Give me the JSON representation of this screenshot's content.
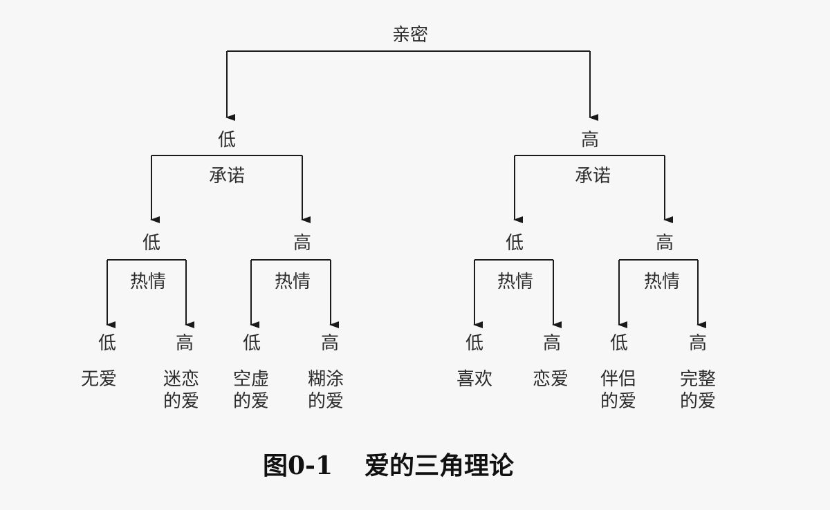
{
  "root": {
    "label": "亲密"
  },
  "branches": [
    {
      "level": "低",
      "factor": "承诺",
      "children": [
        {
          "level": "低",
          "factor": "热情",
          "leaves": [
            {
              "level": "低",
              "name_line1": "无爱",
              "name_line2": ""
            },
            {
              "level": "高",
              "name_line1": "迷恋",
              "name_line2": "的爱"
            }
          ]
        },
        {
          "level": "高",
          "factor": "热情",
          "leaves": [
            {
              "level": "低",
              "name_line1": "空虚",
              "name_line2": "的爱"
            },
            {
              "level": "高",
              "name_line1": "糊涂",
              "name_line2": "的爱"
            }
          ]
        }
      ]
    },
    {
      "level": "高",
      "factor": "承诺",
      "children": [
        {
          "level": "低",
          "factor": "热情",
          "leaves": [
            {
              "level": "低",
              "name_line1": "喜欢",
              "name_line2": ""
            },
            {
              "level": "高",
              "name_line1": "恋爱",
              "name_line2": ""
            }
          ]
        },
        {
          "level": "高",
          "factor": "热情",
          "leaves": [
            {
              "level": "低",
              "name_line1": "伴侣",
              "name_line2": "的爱"
            },
            {
              "level": "高",
              "name_line1": "完整",
              "name_line2": "的爱"
            }
          ]
        }
      ]
    }
  ],
  "caption": {
    "number": "图0-1",
    "title": "爱的三角理论"
  }
}
